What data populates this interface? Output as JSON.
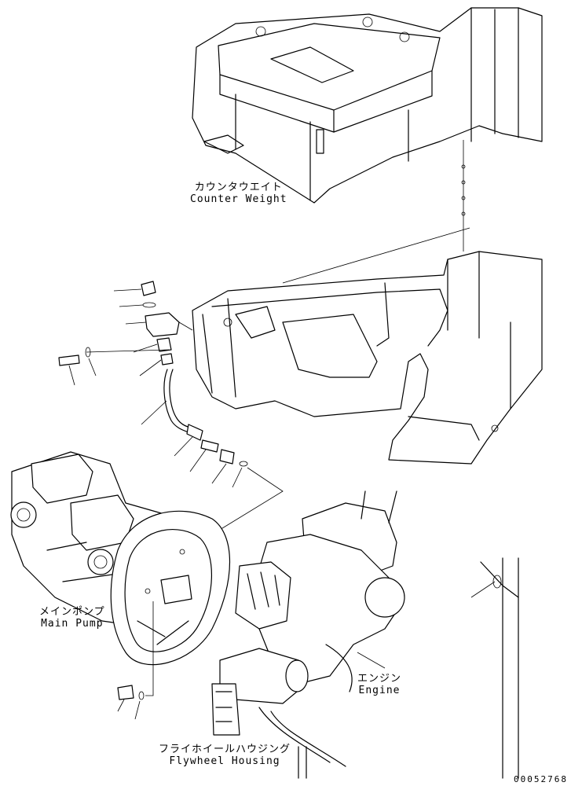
{
  "labels": {
    "counter_weight_jp": "カウンタウエイト",
    "counter_weight_en": "Counter Weight",
    "main_pump_jp": "メインポンプ",
    "main_pump_en": "Main Pump",
    "engine_jp": "エンジン",
    "engine_en": "Engine",
    "flywheel_housing_jp": "フライホイールハウジング",
    "flywheel_housing_en": "Flywheel Housing"
  },
  "drawing_code": "00052768"
}
